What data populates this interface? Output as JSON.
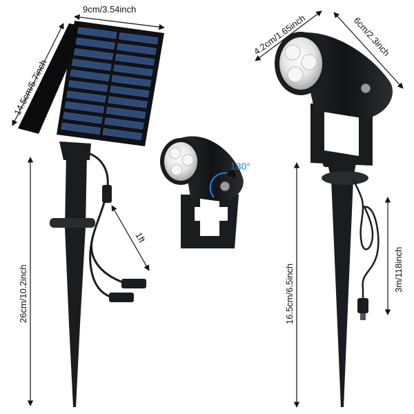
{
  "dimensions": {
    "panel_width": "9cm/3.54inch",
    "panel_height": "14.5cm/5.7inch",
    "solar_stake_length": "26cm/10.2inch",
    "cable_split": "1ft",
    "rotation": "180°",
    "head_diameter": "4.2cm/1.65inch",
    "head_length": "6cm/2.3inch",
    "light_height": "16.5cm/6.5inch",
    "cable_length": "3m/118inch"
  },
  "colors": {
    "product": "#1b1c1f",
    "panel_cell": "#2e4a78",
    "dimension_line": "#111111",
    "rotation_accent": "#1a7fd6"
  }
}
